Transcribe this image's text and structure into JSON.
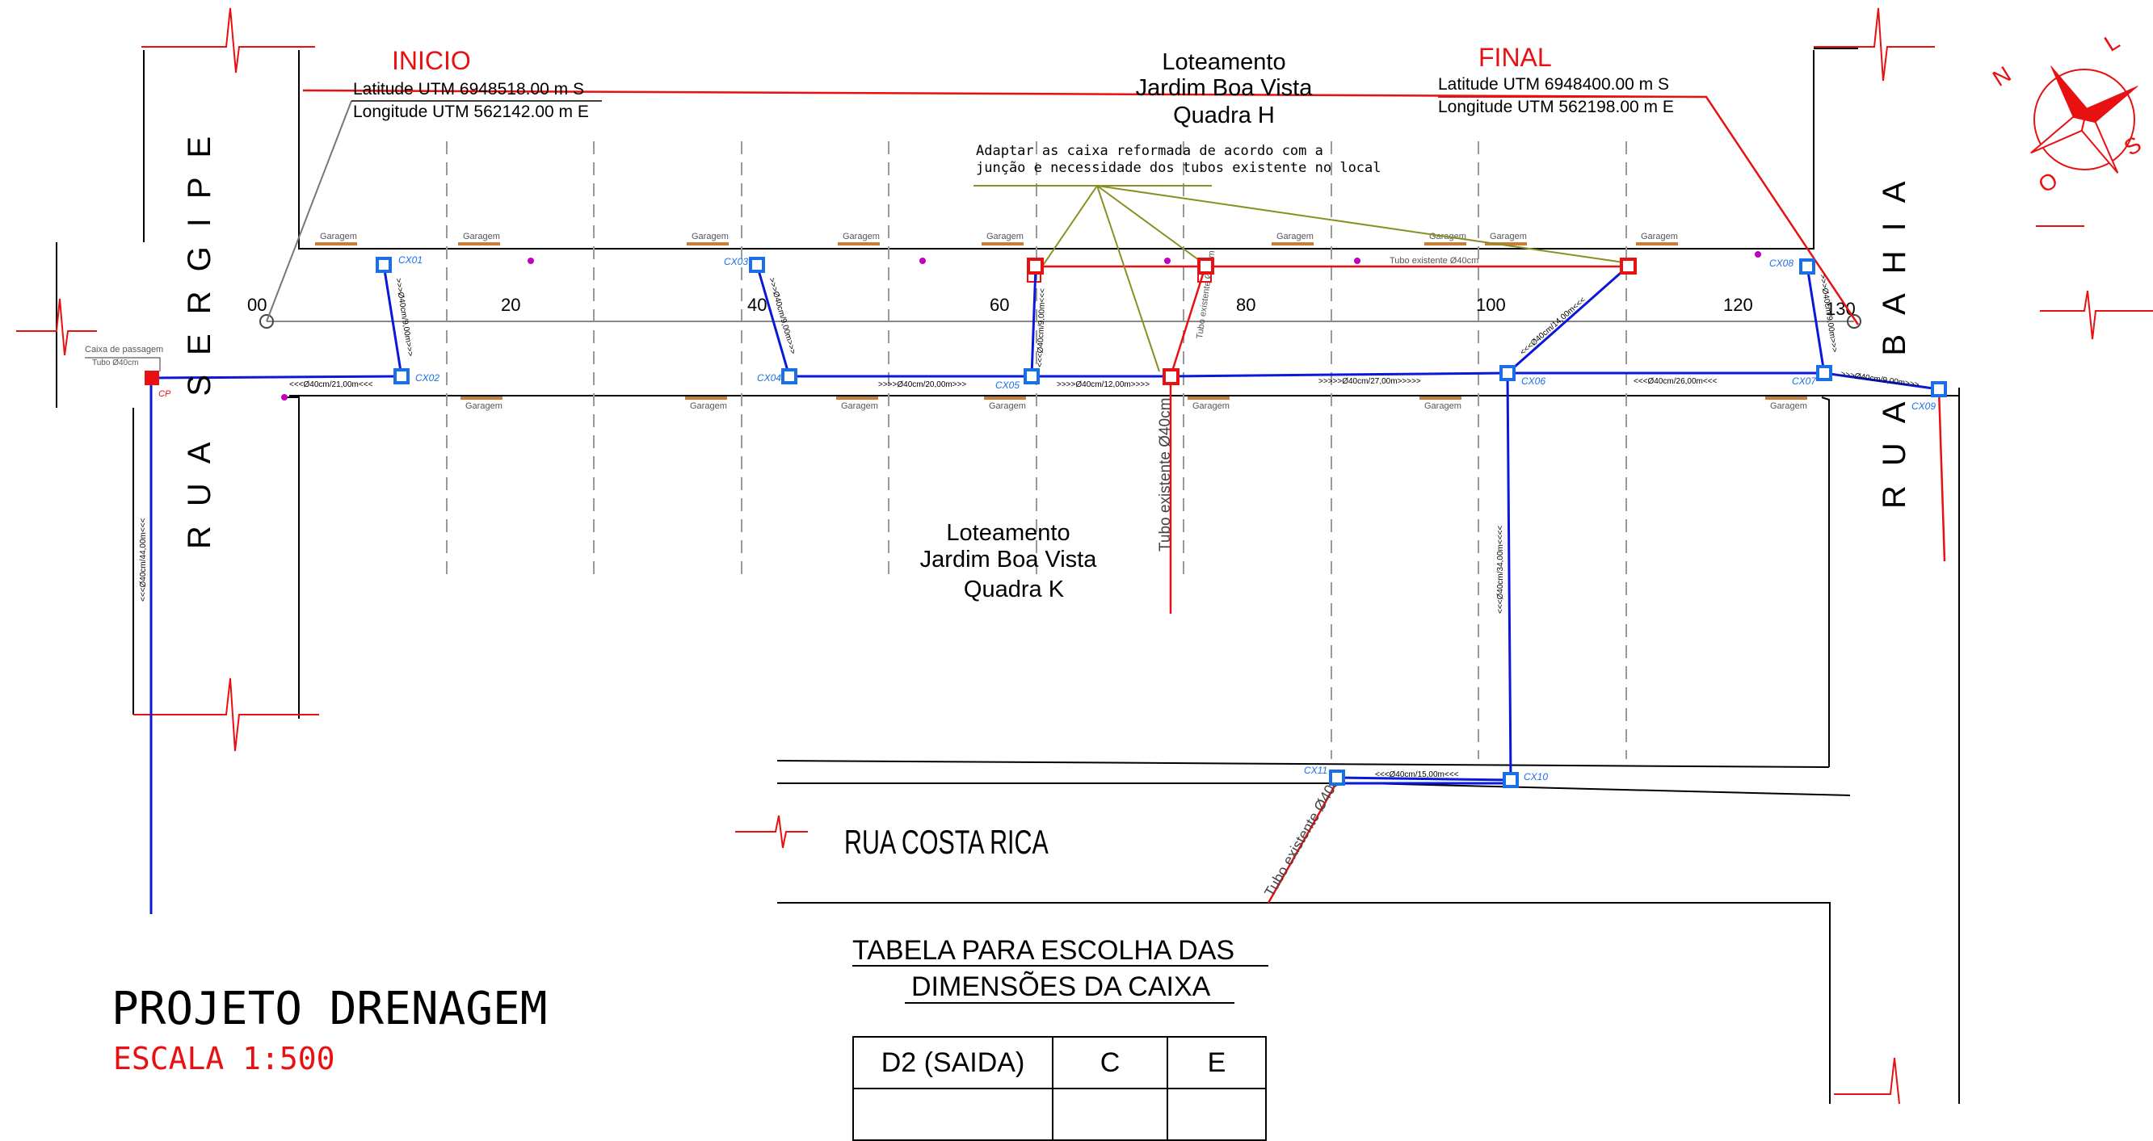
{
  "colors": {
    "pipe": "#0a18d8",
    "existing": "#e81010",
    "box": "#1a6fe8",
    "label_red": "#e81010",
    "note": "#8a8f22",
    "marker": "#c000c0",
    "garage": "#c87d38",
    "dash": "#9a9a9a"
  },
  "inicio": {
    "title": "INICIO",
    "lat": "Latitude UTM 6948518.00 m S",
    "lon": "Longitude UTM 562142.00 m E"
  },
  "final": {
    "title": "FINAL",
    "lat": "Latitude UTM 6948400.00 m S",
    "lon": "Longitude UTM 562198.00 m E"
  },
  "loteamento_h": {
    "line1": "Loteamento",
    "line2": "Jardim Boa Vista",
    "line3": "Quadra H"
  },
  "loteamento_k": {
    "line1": "Loteamento",
    "line2": "Jardim Boa Vista",
    "line3": "Quadra K"
  },
  "note": {
    "line1": "Adaptar as caixa reformada de acordo com a",
    "line2": "junção e necessidade dos tubos existente no local"
  },
  "streets": {
    "sergipe": "RUA SERGIPE",
    "bahia": "RUA BAHIA",
    "costa_rica": "RUA COSTA RICA"
  },
  "passage_box": {
    "line1": "Caixa de passagem",
    "line2": "Tubo Ø40cm",
    "cp": "CP"
  },
  "stations": [
    "00",
    "20",
    "40",
    "60",
    "80",
    "100",
    "120",
    "130"
  ],
  "boxes": {
    "cx01": "CX01",
    "cx02": "CX02",
    "cx03": "CX03",
    "cx04": "CX04",
    "cx05": "CX05",
    "cx06": "CX06",
    "cx07": "CX07",
    "cx08": "CX08",
    "cx09": "CX09",
    "cx10": "CX10",
    "cx11": "CX11"
  },
  "pipes": {
    "cp_down": "<<<Ø40cm/44,00m<<<",
    "cx02_cp": "<<<Ø40cm/21,00m<<<",
    "cx01_cx02": ">>>Ø40cm/9,00m>>>",
    "cx03_cx04": ">>>Ø40cm/9,00m>>>",
    "cx04_cx05": ">>>>Ø40cm/20,00m>>>",
    "cx05_up": "<<<Ø40cm/9,00m<<<",
    "cx05_junction": ">>>>Ø40cm/12,00m>>>>",
    "junction_cx06": ">>>>>Ø40cm/27,00m>>>>>",
    "cx06_diag": "<<<Ø40cm/14,00m<<<",
    "cx07_cx06": "<<<Ø40cm/26,00m<<<",
    "cx08_cx07": ">>>Ø40cm/9,00m>>>",
    "cx07_cx09": ">>>Ø40cm/9,00m>>>",
    "cx06_cx10": "<<<Ø40cm/34,00m<<<<",
    "cx10_cx11": "<<<Ø40cm/15,00m<<<"
  },
  "existing_labels": {
    "top": "Tubo existente Ø40cm",
    "junction": "Tubo existente Ø40cm",
    "vertical": "Tubo existente Ø40cm",
    "costa": "Tubo existente Ø40cm"
  },
  "garage": "Garagem",
  "project": {
    "title": "PROJETO DRENAGEM",
    "scale": "ESCALA 1:500"
  },
  "table": {
    "title_line1": "TABELA PARA ESCOLHA DAS",
    "title_line2": "DIMENSÕES DA CAIXA",
    "headers": [
      "D2 (SAIDA)",
      "C",
      "E"
    ]
  },
  "compass": {
    "n": "N",
    "l": "L",
    "o": "O",
    "s": "S"
  }
}
